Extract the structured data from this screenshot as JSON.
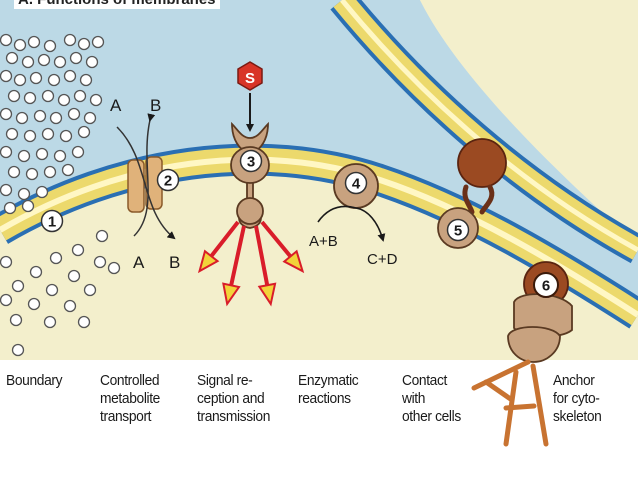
{
  "title": "A. Functions of membranes",
  "captions": [
    {
      "id": "boundary",
      "lines": [
        "Boundary"
      ]
    },
    {
      "id": "transport",
      "lines": [
        "Controlled",
        "metabolite",
        "transport"
      ]
    },
    {
      "id": "signal",
      "lines": [
        "Signal re-",
        "ception and",
        "transmission"
      ]
    },
    {
      "id": "enzymatic",
      "lines": [
        "Enzymatic",
        "reactions"
      ]
    },
    {
      "id": "contact",
      "lines": [
        "Contact",
        "with",
        "other cells"
      ]
    },
    {
      "id": "anchor",
      "lines": [
        "Anchor",
        "for cyto-",
        "skeleton"
      ]
    }
  ],
  "markers": {
    "m1": "1",
    "m2": "2",
    "m3": "3",
    "m4": "4",
    "m5": "5",
    "m6": "6"
  },
  "signal_molecule": "S",
  "transport_labels": {
    "a_top": "A",
    "b_top": "B",
    "a_bottom": "A",
    "b_bottom": "B"
  },
  "reaction": {
    "substrate": "A+B",
    "product": "C+D"
  },
  "colors": {
    "extracellular": "#bcd9e6",
    "cytoplasm": "#f3efcc",
    "membrane_line": "#2a6fb3",
    "membrane_core": "#ecd96c",
    "protein": "#c8a27f",
    "protein_dark": "#8a4a2a",
    "signal_hex": "#d83427",
    "arrow_red": "#d91d2a",
    "arrow_head": "#f2d33a",
    "cytoskeleton": "#c87331"
  }
}
